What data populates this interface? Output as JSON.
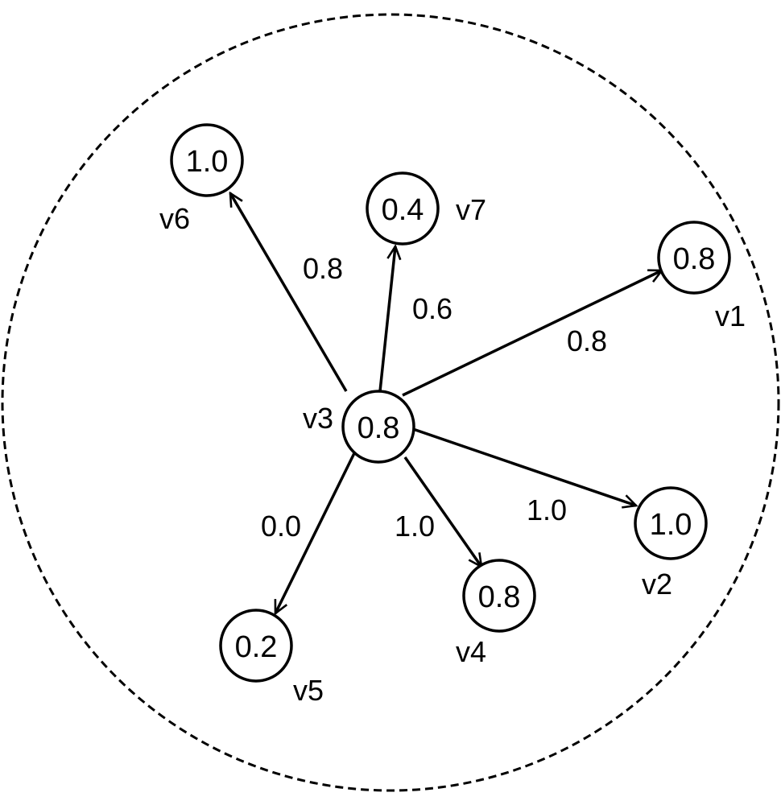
{
  "diagram": {
    "center": {
      "id": "v3",
      "value": "0.8"
    },
    "nodes": [
      {
        "id": "v6",
        "value": "1.0"
      },
      {
        "id": "v7",
        "value": "0.4"
      },
      {
        "id": "v1",
        "value": "0.8"
      },
      {
        "id": "v2",
        "value": "1.0"
      },
      {
        "id": "v4",
        "value": "0.8"
      },
      {
        "id": "v5",
        "value": "0.2"
      }
    ],
    "edges": [
      {
        "from": "v3",
        "to": "v6",
        "weight": "0.8"
      },
      {
        "from": "v3",
        "to": "v7",
        "weight": "0.6"
      },
      {
        "from": "v3",
        "to": "v1",
        "weight": "0.8"
      },
      {
        "from": "v3",
        "to": "v2",
        "weight": "1.0"
      },
      {
        "from": "v3",
        "to": "v4",
        "weight": "1.0"
      },
      {
        "from": "v3",
        "to": "v5",
        "weight": "0.0"
      }
    ],
    "boundary": "dashed-circle"
  }
}
